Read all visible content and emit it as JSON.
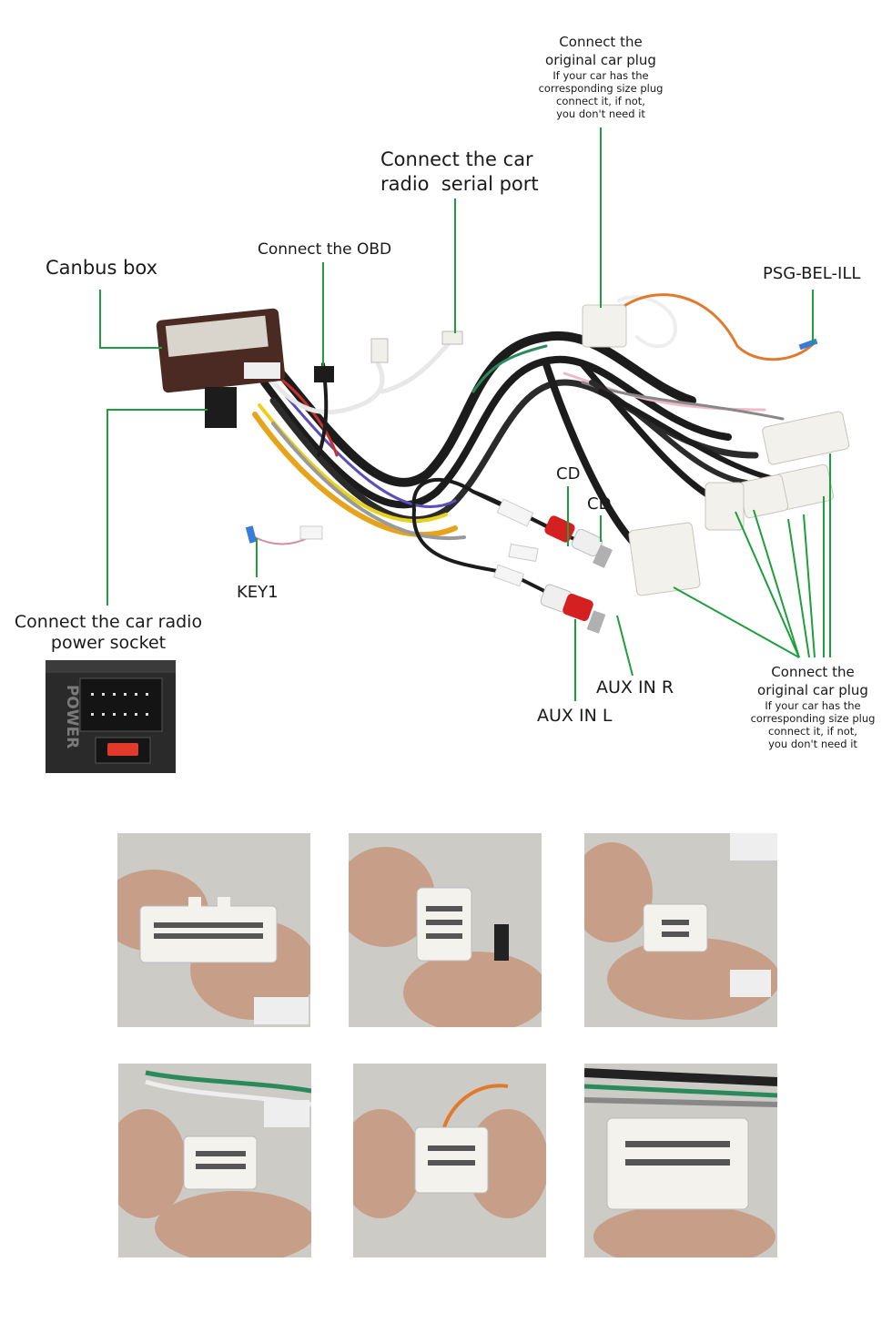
{
  "labels": {
    "canbus_box": "Canbus box",
    "connect_obd": "Connect the OBD",
    "serial_port_line1": "Connect the car",
    "serial_port_line2": "radio  serial port",
    "top_plug_title_line1": "Connect the",
    "top_plug_title_line2": "original car plug",
    "top_plug_note_line1": "If your car has the",
    "top_plug_note_line2": "corresponding size plug",
    "top_plug_note_line3": "connect it, if not,",
    "top_plug_note_line4": "you don't need it",
    "psg_bel_ill": "PSG-BEL-ILL",
    "cd_1": "CD",
    "cd_2": "CD",
    "key1": "KEY1",
    "power_socket_line1": "Connect the car radio",
    "power_socket_line2": "power socket",
    "aux_in_r": "AUX IN R",
    "aux_in_l": "AUX IN L",
    "right_plug_title_line1": "Connect the",
    "right_plug_title_line2": "original car plug",
    "right_plug_note_line1": "If your car has the",
    "right_plug_note_line2": "corresponding size plug",
    "right_plug_note_line3": "connect it, if not,",
    "right_plug_note_line4": "you don't need it"
  },
  "power_photo": {
    "text": "POWER"
  },
  "colors": {
    "leader_line": "#1e9e3c",
    "harness_black": "#1c1c1c",
    "connector_white": "#f3f1ec",
    "box_brown": "#4a2a22",
    "rca_red": "#d42020",
    "orange_wire": "#e07a2c",
    "photo_bg": "#c9c9c9"
  },
  "connector_photos": [
    {
      "name": "connector-photo-1"
    },
    {
      "name": "connector-photo-2"
    },
    {
      "name": "connector-photo-3"
    },
    {
      "name": "connector-photo-4"
    },
    {
      "name": "connector-photo-5"
    },
    {
      "name": "connector-photo-6"
    }
  ]
}
